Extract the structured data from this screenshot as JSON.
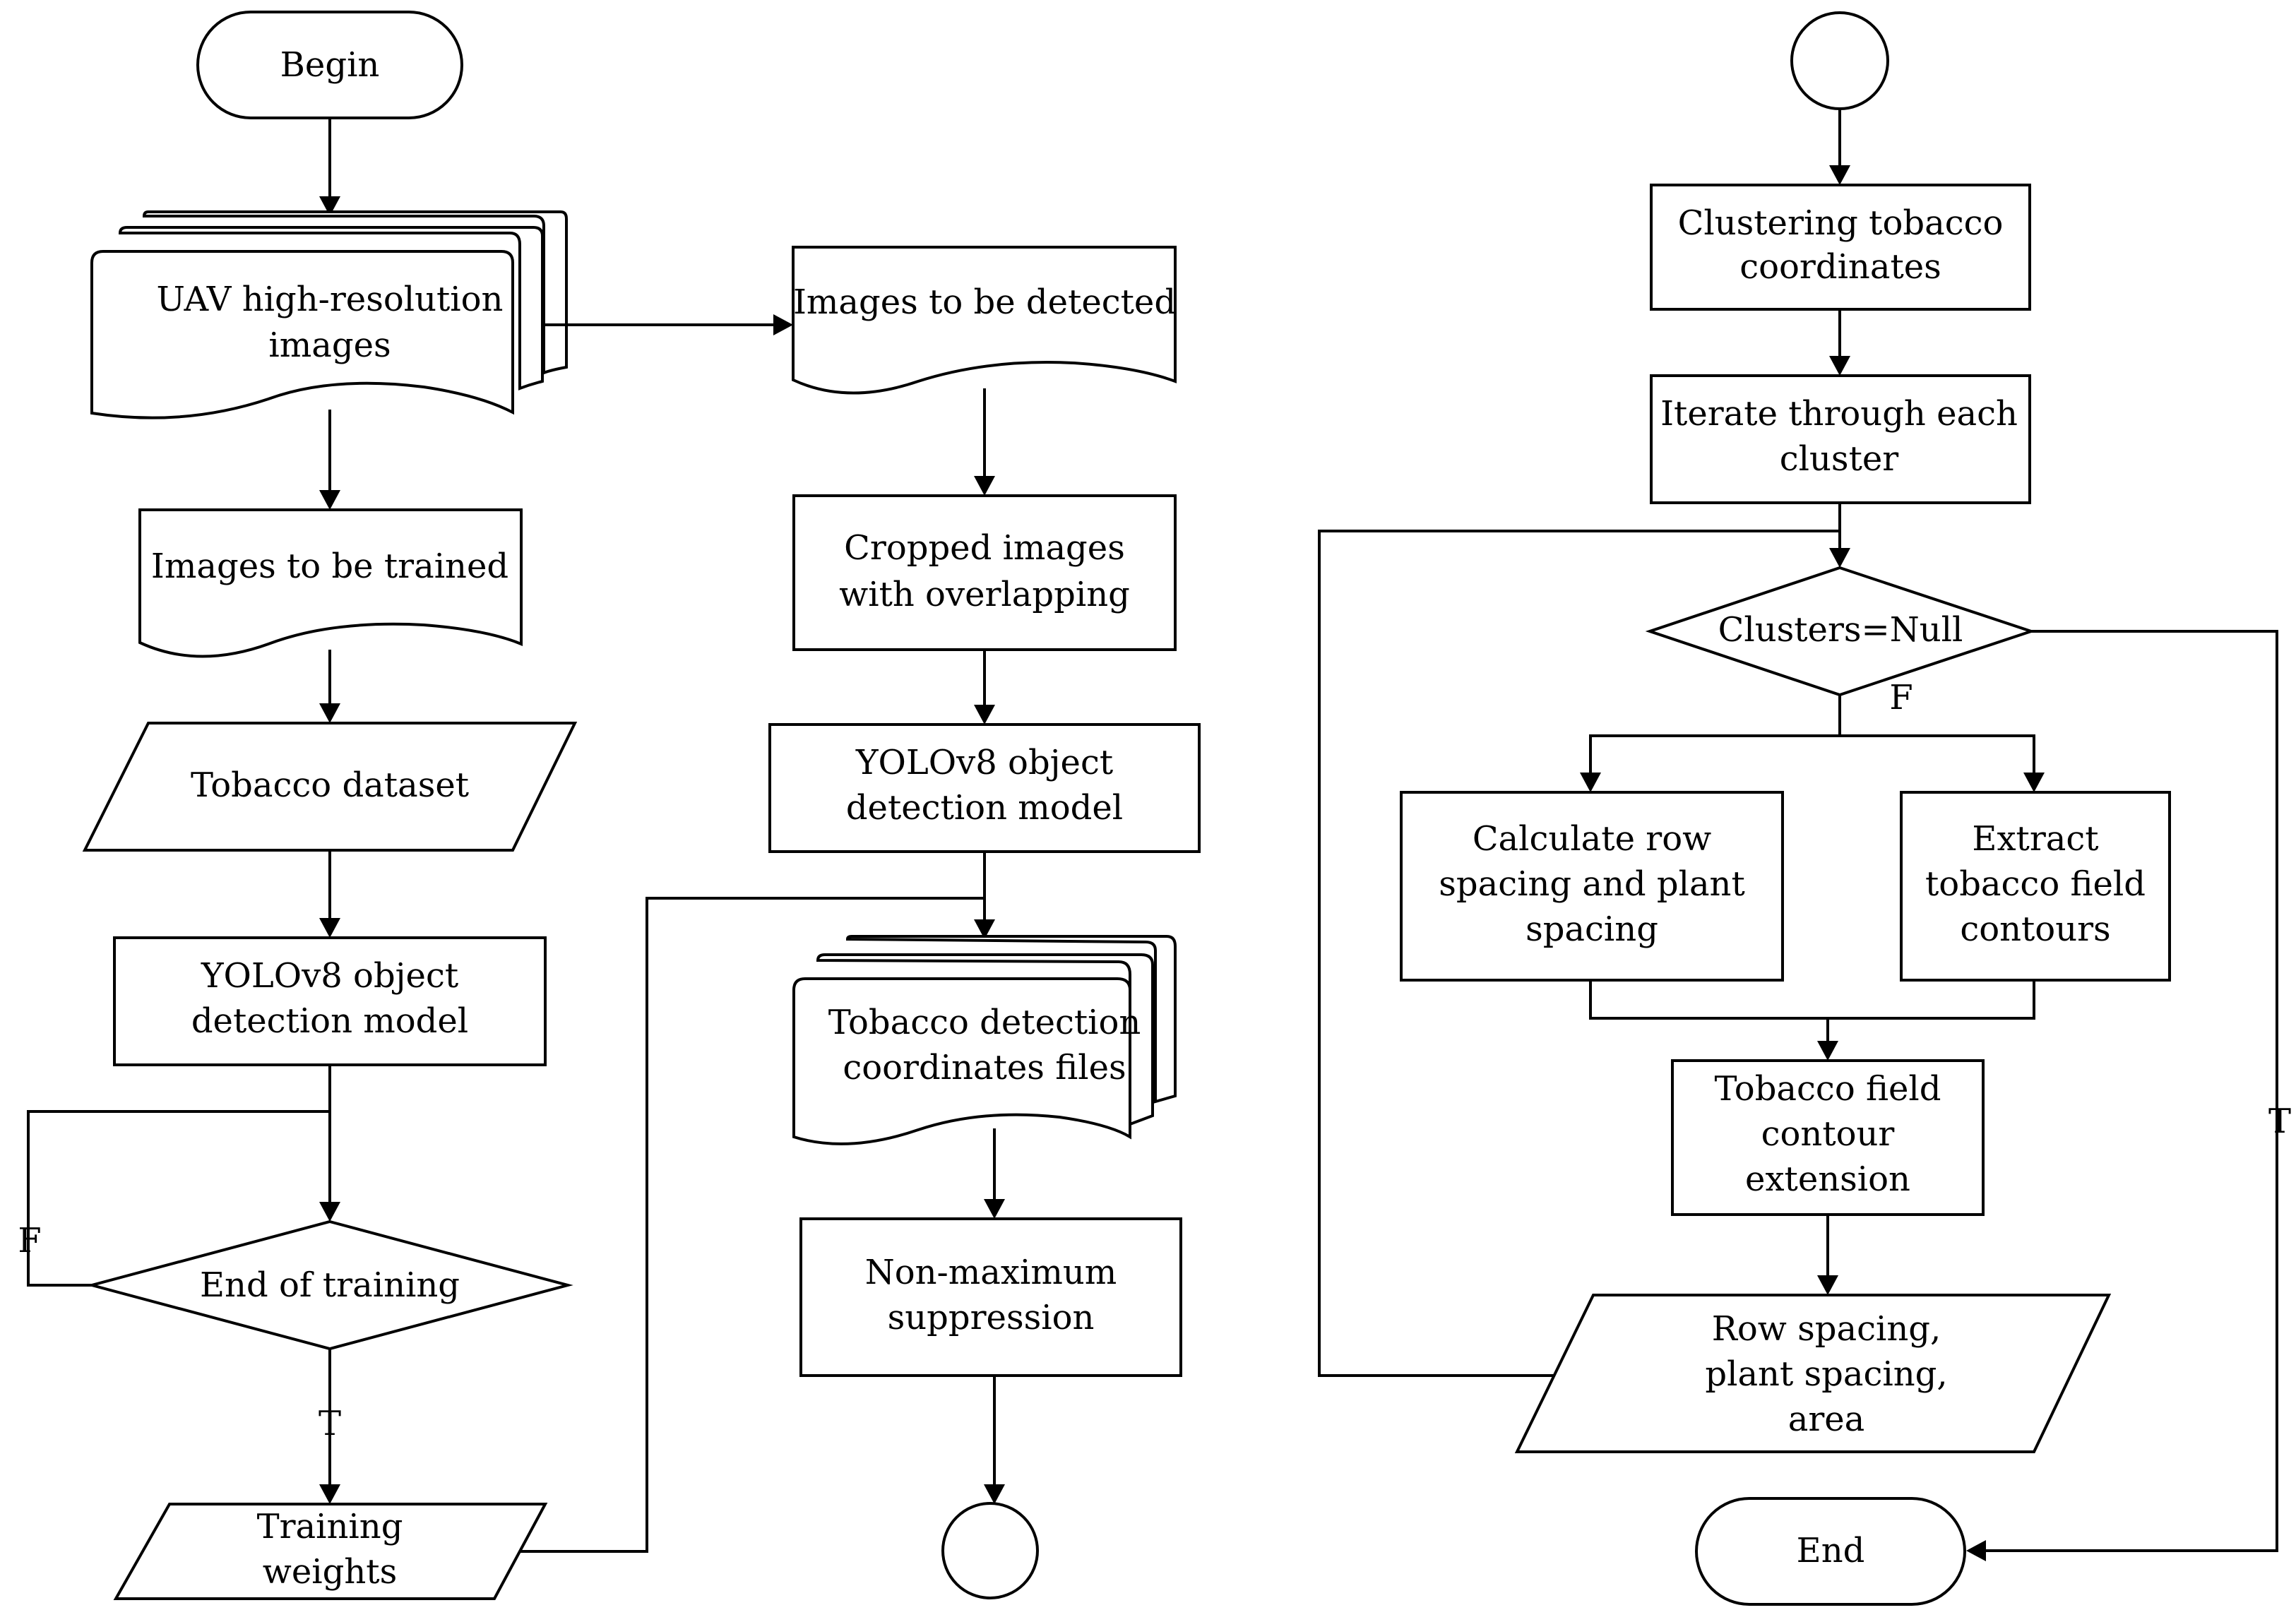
{
  "left_column": {
    "begin": "Begin",
    "uav_images": [
      "UAV high-resolution",
      "images"
    ],
    "images_trained": "Images to be trained",
    "tobacco_dataset": "Tobacco dataset",
    "yolo_model": [
      "YOLOv8 object",
      "detection model"
    ],
    "end_training": "End of training",
    "false_label": "F",
    "true_label": "T",
    "training_weights": [
      "Training",
      "weights"
    ]
  },
  "middle_column": {
    "images_detected": "Images to be detected",
    "cropped_images": [
      "Cropped images",
      "with overlapping"
    ],
    "yolo_model": [
      "YOLOv8  object",
      "detection model"
    ],
    "coordinates_files": [
      "Tobacco detection",
      "coordinates files"
    ],
    "nms": [
      "Non-maximum",
      "suppression"
    ]
  },
  "right_column": {
    "clustering": [
      "Clustering tobacco",
      "coordinates"
    ],
    "iterate": [
      "Iterate through each",
      "cluster"
    ],
    "clusters_null": "Clusters=Null",
    "false_label": "F",
    "true_label": "T",
    "calculate_spacing": [
      "Calculate row",
      "spacing and plant",
      "spacing"
    ],
    "extract_contours": [
      "Extract",
      "tobacco field",
      "contours"
    ],
    "contour_extension": [
      "Tobacco field",
      "contour",
      "extension"
    ],
    "results": [
      "Row spacing,",
      "plant spacing,",
      "area"
    ],
    "end": "End"
  }
}
